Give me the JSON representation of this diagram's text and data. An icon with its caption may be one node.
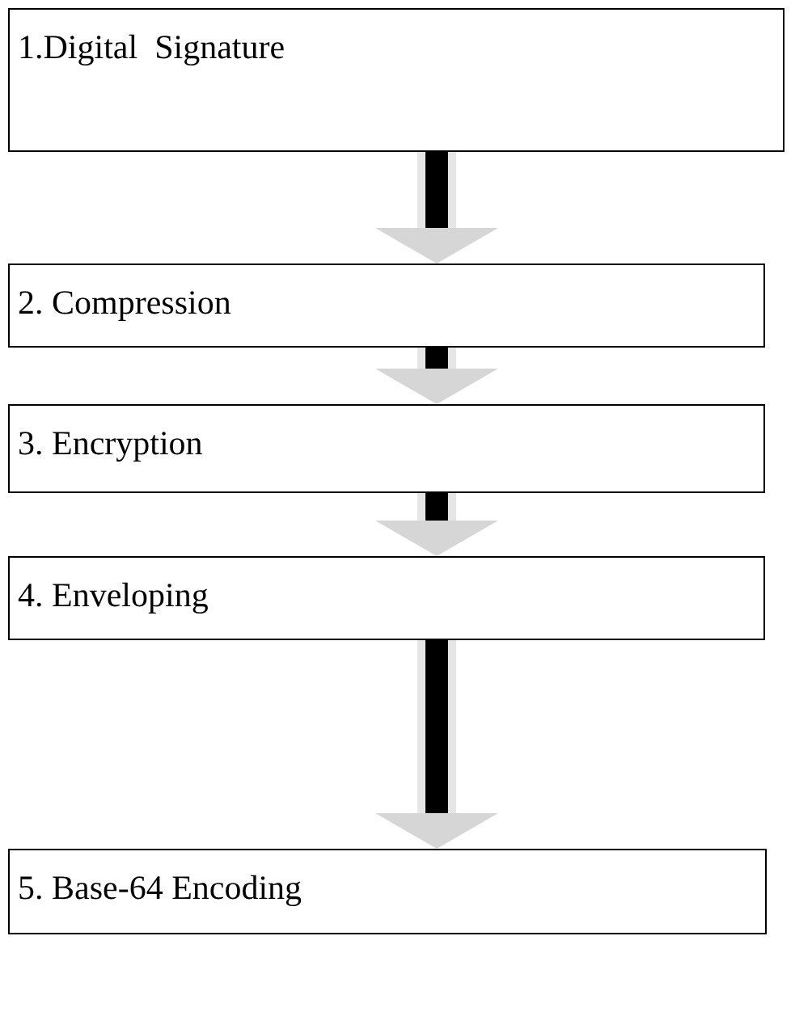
{
  "diagram": {
    "nodes": [
      {
        "text": [
          "1.Digital  Signature"
        ]
      },
      {
        "text": [
          "2. Compression"
        ]
      },
      {
        "text": [
          "3. Encryption"
        ]
      },
      {
        "text": [
          "4. Enveloping"
        ]
      },
      {
        "text": [
          "5. Base-64 Encoding"
        ]
      }
    ],
    "edges": [
      {
        "from": 0,
        "to": 1,
        "arrow": "to"
      },
      {
        "from": 1,
        "to": 2,
        "arrow": "to"
      },
      {
        "from": 2,
        "to": 3,
        "arrow": "to"
      },
      {
        "from": 3,
        "to": 4,
        "arrow": "to"
      }
    ]
  }
}
